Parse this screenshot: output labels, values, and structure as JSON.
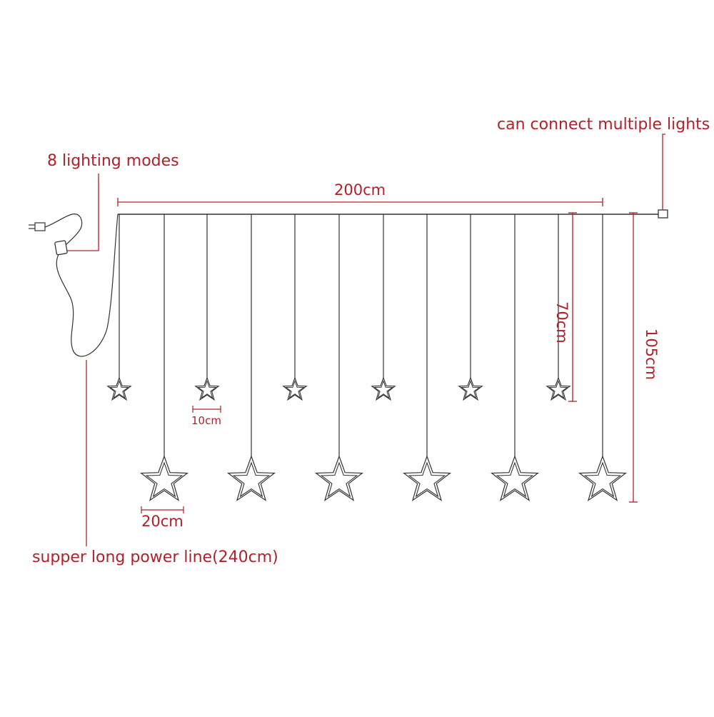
{
  "colors": {
    "annotation": "#b3202a",
    "line": "#222222",
    "background": "#ffffff"
  },
  "labels": {
    "connect": "can connect multiple lights",
    "modes": "8 lighting modes",
    "width": "200cm",
    "short_drop": "70cm",
    "long_drop": "105cm",
    "small_star": "10cm",
    "big_star": "20cm",
    "power_line": "supper long power line(240cm)"
  },
  "icons": {
    "plug": "plug-icon",
    "controller": "controller-box-icon",
    "connector": "end-connector-icon",
    "small_star": "small-star-icon",
    "big_star": "large-star-icon"
  }
}
